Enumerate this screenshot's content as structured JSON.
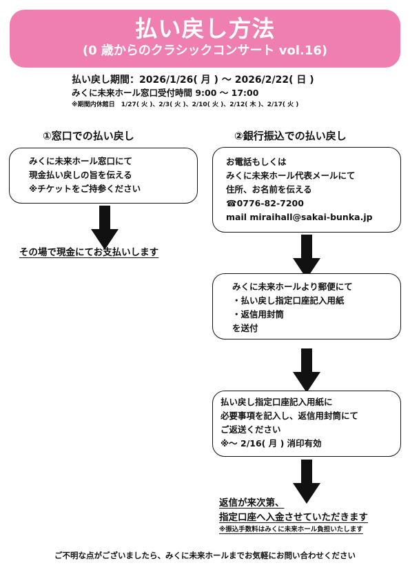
{
  "header": {
    "title": "払い戻し方法",
    "subtitle": "(0 歳からのクラシックコンサート vol.16)"
  },
  "period": {
    "line1": "払い戻し期間：2026/1/26( 月 ) 〜 2026/2/22( 日 )",
    "line2": "みくに未来ホール窓口受付時間 9:00 〜 17:00",
    "line3": "※期間内休館日　1/27( 火 )、2/3( 火 )、2/10( 火 )、2/12( 木 )、2/17( 火 )"
  },
  "left": {
    "heading": "①窓口での払い戻し",
    "box_lines": [
      "みくに未来ホール窓口にて",
      "現金払い戻しの旨を伝える",
      "※チケットをご持参ください"
    ],
    "result": "その場で現金にてお支払いします"
  },
  "right": {
    "heading": "②銀行振込での払い戻し",
    "step1_lines": [
      "お電話もしくは",
      "みくに未来ホール代表メールにて",
      "住所、お名前を伝える",
      "☎0776-82-7200",
      "mail miraihall@sakai-bunka.jp"
    ],
    "step2_lines": [
      "みくに未来ホールより郵便にて",
      "・払い戻し指定口座記入用紙",
      "・返信用封筒",
      "を送付"
    ],
    "step3_lines": [
      "払い戻し指定口座記入用紙に",
      "必要事項を記入し、返信用封筒にて",
      "ご返送ください",
      "※〜 2/16( 月 ) 消印有効"
    ],
    "result_line1": "返信が来次第、",
    "result_line2": "指定口座へ入金させていただきます",
    "result_note": "※振込手数料はみくに未来ホール負担いたします"
  },
  "footer": "ご不明な点がございましたら、みくに未来ホールまでお気軽にお問い合わせください",
  "colors": {
    "banner": "#ee7fb0",
    "text": "#111111",
    "arrow": "#111111"
  },
  "icons": [
    "phone-icon",
    "down-arrow-icon"
  ]
}
